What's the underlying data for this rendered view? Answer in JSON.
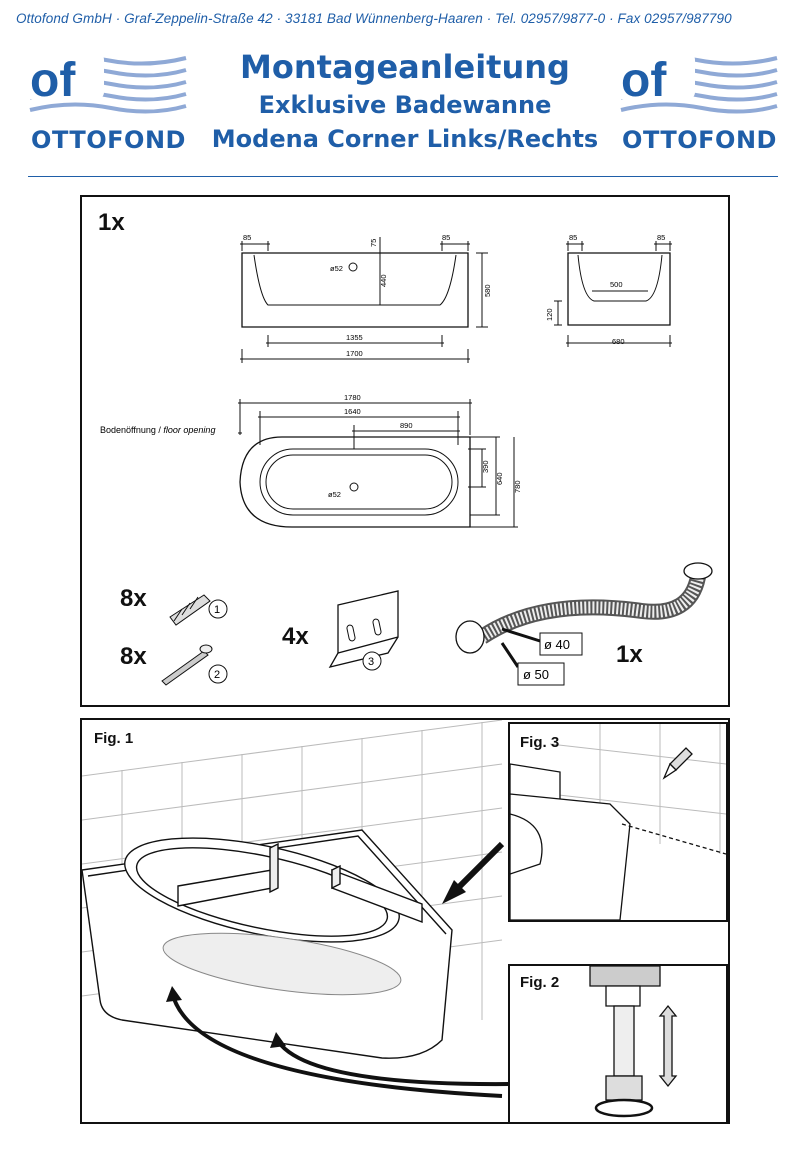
{
  "header": {
    "address_line": "Ottofond GmbH · Graf-Zeppelin-Straße 42 · 33181 Bad Wünnenberg-Haaren · Tel. 02957/9877-0 · Fax 02957/987790",
    "brand": "OTTOFOND",
    "logo_letters": "of"
  },
  "title": {
    "line1": "Montageanleitung",
    "line2": "Exklusive Badewanne",
    "line3": "Modena Corner Links/Rechts"
  },
  "parts": {
    "tub_qty": "1x",
    "side_view": {
      "dim_85_left": "85",
      "dim_75": "75",
      "dim_85_right": "85",
      "dim_d52": "ø52",
      "dim_440": "440",
      "dim_580": "580",
      "dim_1355": "1355",
      "dim_1700": "1700"
    },
    "end_view": {
      "dim_85_left": "85",
      "dim_85_right": "85",
      "dim_500": "500",
      "dim_120": "120",
      "dim_680": "680"
    },
    "top_view": {
      "dim_1780": "1780",
      "dim_1640": "1640",
      "dim_890": "890",
      "floor_opening_de": "Bodenöffnung / ",
      "floor_opening_en": "floor opening",
      "dim_d52": "ø52",
      "dim_390": "390",
      "dim_640": "640",
      "dim_780": "780"
    },
    "dowel_qty": "8x",
    "dowel_num": "1",
    "screw_qty": "8x",
    "screw_num": "2",
    "bracket_qty": "4x",
    "bracket_num": "3",
    "hose_qty": "1x",
    "hose_d40": "ø 40",
    "hose_d50": "ø 50"
  },
  "figures": {
    "fig1": "Fig. 1",
    "fig2": "Fig. 2",
    "fig3": "Fig. 3"
  }
}
